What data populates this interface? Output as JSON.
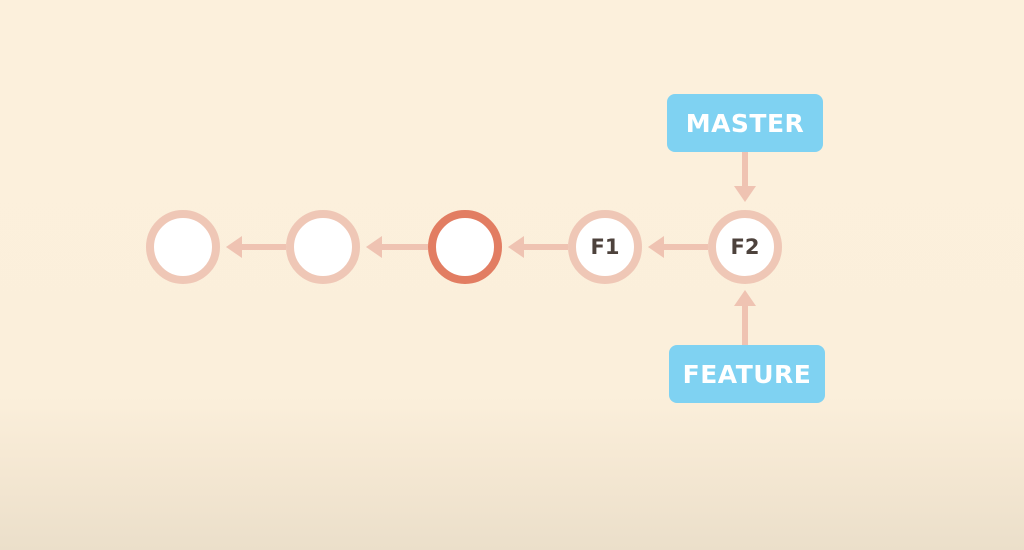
{
  "colors": {
    "background": "#fcf0dc",
    "node_ring": "#efc7b6",
    "node_ring_highlight": "#e27d62",
    "node_fill": "#ffffff",
    "node_text": "#4d423c",
    "arrow": "#efc3b2",
    "branch_label_fill": "#7fd2f2",
    "branch_label_text": "#ffffff"
  },
  "commits": [
    {
      "label": "",
      "highlighted": false
    },
    {
      "label": "",
      "highlighted": false
    },
    {
      "label": "",
      "highlighted": true
    },
    {
      "label": "F1",
      "highlighted": false
    },
    {
      "label": "F2",
      "highlighted": false
    }
  ],
  "branches": {
    "master": {
      "label": "MASTER",
      "points_to": "F2"
    },
    "feature": {
      "label": "FEATURE",
      "points_to": "F2"
    }
  }
}
